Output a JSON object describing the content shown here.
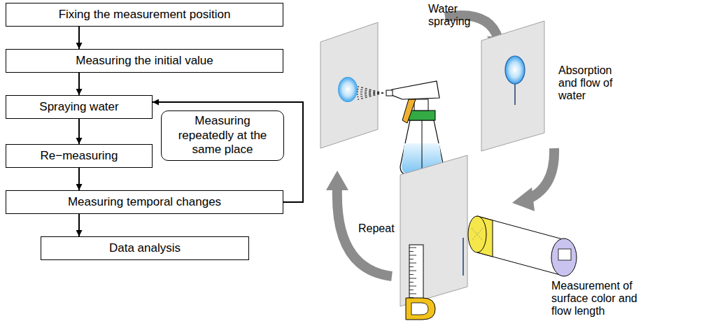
{
  "diagram": {
    "nodes": [
      {
        "text": [
          "Fixing the measurement position"
        ]
      },
      {
        "text": [
          "Measuring the initial value"
        ]
      },
      {
        "text": [
          "Spraying water"
        ]
      },
      {
        "text": [
          "Re−measuring"
        ]
      },
      {
        "text": [
          "Measuring repeatedly at the same place"
        ]
      },
      {
        "text": [
          "Measuring temporal changes"
        ]
      },
      {
        "text": [
          "Data analysis"
        ]
      }
    ],
    "edges": [
      {
        "from": 0,
        "to": 1,
        "arrow": "to"
      },
      {
        "from": 1,
        "to": 2,
        "arrow": "to"
      },
      {
        "from": 2,
        "to": 3,
        "arrow": "to"
      },
      {
        "from": 3,
        "to": 5,
        "arrow": "to"
      },
      {
        "from": 5,
        "to": 2,
        "arrow": "to"
      },
      {
        "from": 5,
        "to": 6,
        "arrow": "to"
      }
    ],
    "labels": [
      "Water spraying",
      "Absorption and flow of water",
      "Repeat",
      "Measurement of surface color and flow length"
    ]
  }
}
